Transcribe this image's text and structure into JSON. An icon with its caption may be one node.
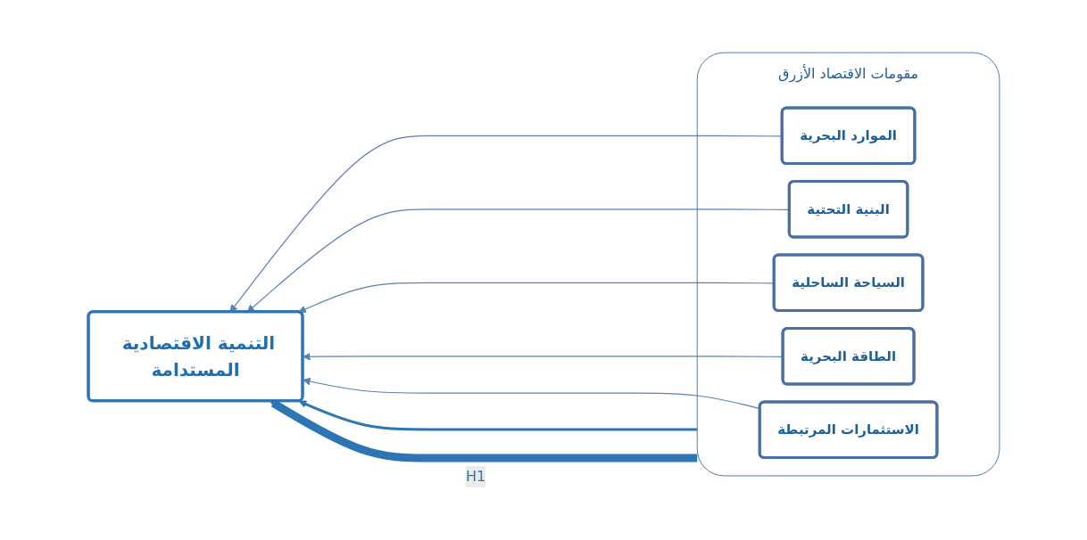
{
  "diagram": {
    "nodes": [
      {
        "text": [
          "مقومات الاقتصاد الأزرق"
        ]
      },
      {
        "text": [
          "الموارد البحرية"
        ],
        "in": 0
      },
      {
        "text": [
          "البنية التحتية"
        ],
        "in": 0
      },
      {
        "text": [
          "السياحة الساحلية"
        ],
        "in": 0
      },
      {
        "text": [
          "الطاقة البحرية"
        ],
        "in": 0
      },
      {
        "text": [
          "الاستثمارات المرتبطة"
        ],
        "in": 0
      },
      {
        "text": [
          "التنمية الاقتصادية المستدامة"
        ]
      }
    ],
    "edges": [
      {
        "from": 0,
        "to": 6,
        "arrow": "to",
        "color": "#2e75b6"
      },
      {
        "from": 0,
        "to": 6,
        "arrow": "to",
        "label": "H1",
        "style": "thick",
        "color": "#2e75b6"
      },
      {
        "from": 1,
        "to": 6,
        "arrow": "to"
      },
      {
        "from": 2,
        "to": 6,
        "arrow": "to"
      },
      {
        "from": 3,
        "to": 6,
        "arrow": "to"
      },
      {
        "from": 4,
        "to": 6,
        "arrow": "to"
      },
      {
        "from": 5,
        "to": 6,
        "arrow": "to"
      }
    ]
  }
}
